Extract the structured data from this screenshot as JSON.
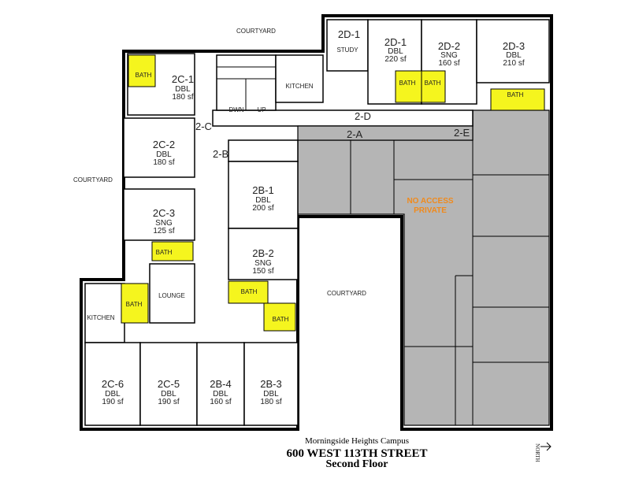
{
  "colors": {
    "bath": "#f5f51e",
    "private": "#b5b5b5",
    "private_text": "#f08a1c"
  },
  "courtyards": {
    "north": "COURTYARD",
    "west": "COURTYARD",
    "center": "COURTYARD"
  },
  "rooms": {
    "c1": {
      "name": "2C-1",
      "type": "DBL",
      "size": "180 sf"
    },
    "c2": {
      "name": "2C-2",
      "type": "DBL",
      "size": "180 sf"
    },
    "c3": {
      "name": "2C-3",
      "type": "SNG",
      "size": "125 sf"
    },
    "c5": {
      "name": "2C-5",
      "type": "DBL",
      "size": "190 sf"
    },
    "c6": {
      "name": "2C-6",
      "type": "DBL",
      "size": "190 sf"
    },
    "b1": {
      "name": "2B-1",
      "type": "DBL",
      "size": "200 sf"
    },
    "b2": {
      "name": "2B-2",
      "type": "SNG",
      "size": "150 sf"
    },
    "b3": {
      "name": "2B-3",
      "type": "DBL",
      "size": "180 sf"
    },
    "b4": {
      "name": "2B-4",
      "type": "DBL",
      "size": "160 sf"
    },
    "d1": {
      "name": "2D-1",
      "type": "DBL",
      "size": "220 sf"
    },
    "d2": {
      "name": "2D-2",
      "type": "SNG",
      "size": "160 sf"
    },
    "d3": {
      "name": "2D-3",
      "type": "DBL",
      "size": "210 sf"
    },
    "study": {
      "name": "2D-1",
      "type": "STUDY"
    }
  },
  "labels": {
    "bath": "BATH",
    "kitchen": "KITCHEN",
    "lounge": "LOUNGE",
    "down": "DWN",
    "up": "UP",
    "no_access": "NO ACCESS",
    "private": "PRIVATE"
  },
  "corridors": {
    "c": "2-C",
    "b": "2-B",
    "d": "2-D",
    "a": "2-A",
    "e": "2-E"
  },
  "title": {
    "campus": "Morningside Heights Campus",
    "address": "600 WEST 113TH STREET",
    "floor": "Second Floor",
    "north": "NORTH"
  }
}
